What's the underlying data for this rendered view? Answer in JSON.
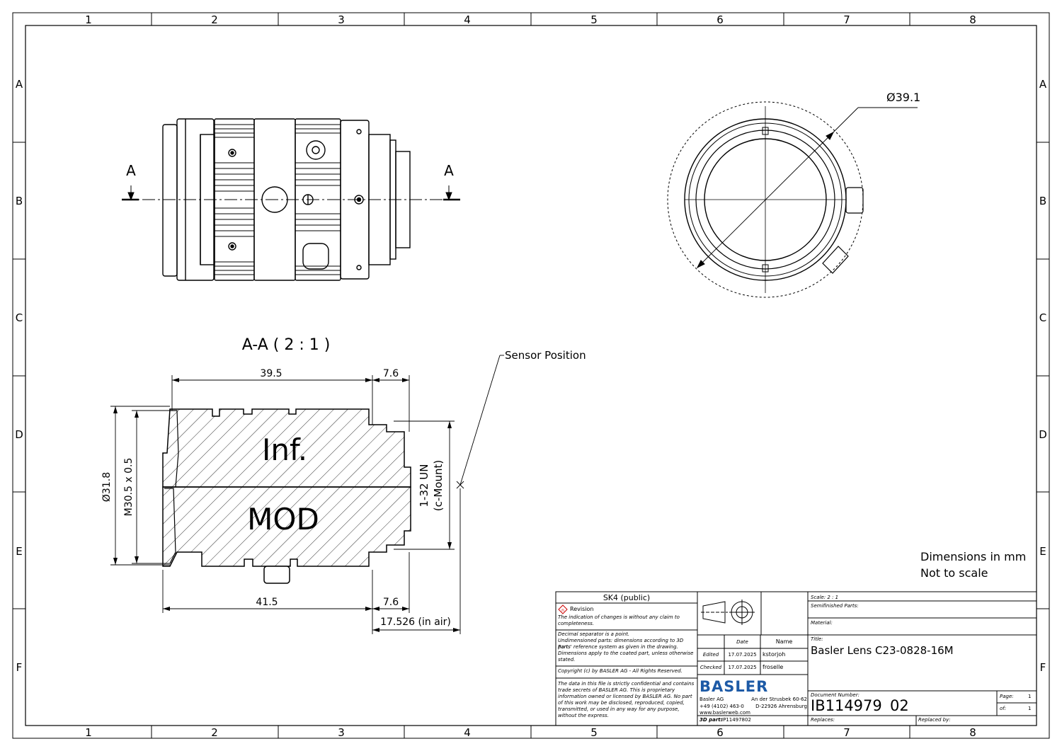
{
  "frame": {
    "columns": [
      "1",
      "2",
      "3",
      "4",
      "5",
      "6",
      "7",
      "8"
    ],
    "rows": [
      "A",
      "B",
      "C",
      "D",
      "E",
      "F"
    ]
  },
  "views": {
    "section_marker_left": "A",
    "section_marker_right": "A",
    "section_title": "A-A ( 2 : 1 )",
    "sensor_label": "Sensor Position",
    "front_diameter": "Ø39.1"
  },
  "dimensions": {
    "top_length": "39.5",
    "top_flange": "7.6",
    "bottom_length": "41.5",
    "bottom_flange": "7.6",
    "flange_focal": "17.526 (in air)",
    "outer_diameter": "Ø31.8",
    "thread": "M30.5 x 0.5",
    "mount_line1": "1-32 UN",
    "mount_line2": "(c-Mount)",
    "text_inf": "Inf.",
    "text_mod": "MOD"
  },
  "notes": {
    "line1": "Dimensions in mm",
    "line2": "Not to scale"
  },
  "titleblock": {
    "classification": "SK4 (public)",
    "revision_label": "Revision",
    "revision_note": "The indication of changes is without any claim to completeness.",
    "decimal_note": "Decimal separator is a point.",
    "undim_note": "Undimensioned parts: dimensions according to 3D part.",
    "ref_note": "Parts' reference system as given in the drawing.",
    "coated_note": "Dimensions apply to the coated part, unless otherwise stated.",
    "copyright": "Copyright (c) by BASLER AG - All Rights Reserved.",
    "confidential": "The data in this file is strictly confidential and contains trade secrets of BASLER AG. This is proprietary information owned or licensed by BASLER AG. No part of this work may be disclosed, reproduced, copied, transmitted, or used in any way for any purpose, without the express.",
    "date_header": "Date",
    "name_header": "Name",
    "edited_label": "Edited",
    "edited_date": "17.07.2025",
    "edited_name": "kstorjoh",
    "checked_label": "Checked",
    "checked_date": "17.07.2025",
    "checked_name": "froselle",
    "company_logo": "BASLER",
    "company_name": "Basler AG",
    "company_phone": "+49 (4102) 463-0",
    "company_web": "www.baslerweb.com",
    "company_street": "An der Strusbek 60-62",
    "company_city": "D-22926 Ahrensburg",
    "part_label": "3D part:",
    "part_value": "IP11497802",
    "scale": "Scale: 2 : 1",
    "semifinished_label": "Semifinished Parts:",
    "material_label": "Material:",
    "title_label": "Title:",
    "title_value": "Basler Lens C23-0828-16M",
    "docnum_label": "Document Number:",
    "docnum_value": "IB114979",
    "docnum_rev": "02",
    "page_label": "Page:",
    "page_value": "1",
    "of_label": "of:",
    "of_value": "1",
    "replaces_label": "Replaces:",
    "replaced_label": "Replaced by:"
  }
}
